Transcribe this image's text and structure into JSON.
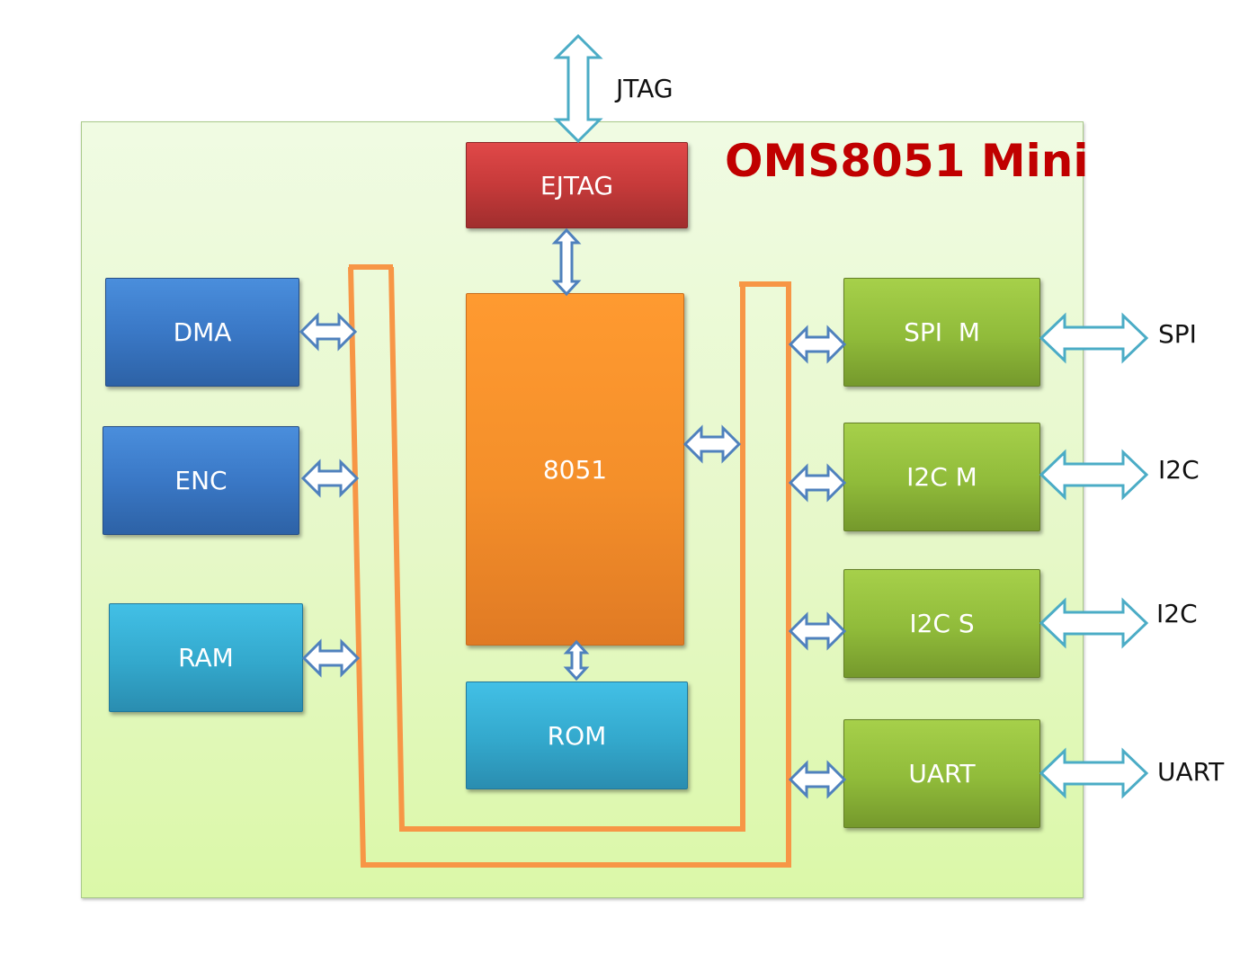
{
  "title": "OMS8051 Mini",
  "external_labels": {
    "jtag": "JTAG",
    "spi": "SPI",
    "i2c_m": "I2C",
    "i2c_s": "I2C",
    "uart": "UART"
  },
  "blocks": {
    "ejtag": "EJTAG",
    "cpu": "8051",
    "rom": "ROM",
    "dma": "DMA",
    "enc": "ENC",
    "ram": "RAM",
    "spi_m": "SPI  M",
    "i2c_m": "I2C M",
    "i2c_s": "I2C S",
    "uart": "UART"
  },
  "colors": {
    "title": "#c00000",
    "bus": "#f79646",
    "internal_arrow": "#4f81bd",
    "external_arrow": "#4bacc6"
  }
}
